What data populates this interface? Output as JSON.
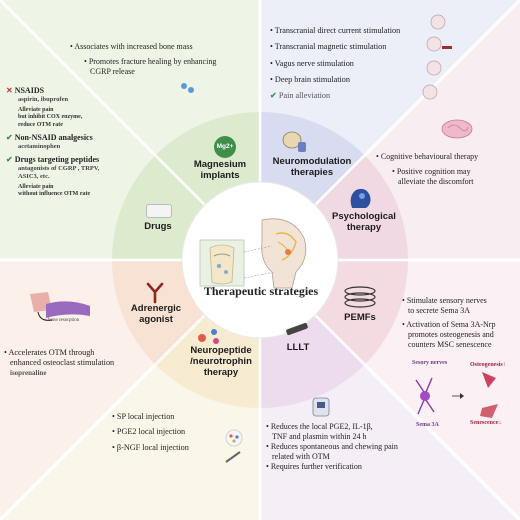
{
  "center": {
    "title": "Therapeutic strategies"
  },
  "wedges": {
    "magnesium": {
      "label_line1": "Magnesium",
      "label_line2": "implants",
      "badge": "Mg2+"
    },
    "neuromodulation": {
      "label_line1": "Neuromodulation",
      "label_line2": "therapies"
    },
    "psychological": {
      "label_line1": "Psychological",
      "label_line2": "therapy"
    },
    "pemfs": {
      "label": "PEMFs"
    },
    "lllt": {
      "label": "LLLT"
    },
    "neuropeptide": {
      "label_line1": "Neuropeptide",
      "label_line2": "/neurotrophin",
      "label_line3": "therapy"
    },
    "adrenergic": {
      "label_line1": "Adrenergic",
      "label_line2": "agonist"
    },
    "drugs": {
      "label": "Drugs"
    }
  },
  "panels": {
    "magnesium": {
      "b1": "Associates with increased bone mass",
      "b2_line1": "Promotes fracture healing by enhancing",
      "b2_line2": "CGRP release"
    },
    "neuromodulation": {
      "b1": "Transcranial direct current stimulation",
      "b2": "Transcranial magnetic stimulation",
      "b3": "Vagus nerve stimulation",
      "b4": "Deep brain stimulation",
      "outcome": "Pain alleviation"
    },
    "psychological": {
      "b1": "Cognitive behavioural therapy",
      "b2_line1": "Positive cognition may",
      "b2_line2": "alleviate the discomfort"
    },
    "pemfs": {
      "b1_line1": "Stimulate sensory nerves",
      "b1_line2": "to secrete Sema 3A",
      "b2_line1": "Activation of Sema 3A-Nrp",
      "b2_line2": "promotes osteogenesis and",
      "b2_line3": "counters MSC senescence",
      "fig_sensory": "Sesory nerves",
      "fig_sema": "Sema 3A",
      "fig_osteo": "Osteogenesis↑",
      "fig_senescence": "Senescence↓"
    },
    "lllt": {
      "b1_line1": "Reduces the local PGE2, IL-1β,",
      "b1_line2": "TNF and plasmin within 24 h",
      "b2_line1": "Reduces spontaneous and chewing pain",
      "b2_line2": "related with OTM",
      "b3": "Requires further verification"
    },
    "neuropeptide": {
      "b1": "SP local injection",
      "b2": "PGE2 local injection",
      "b3": "β-NGF local injection"
    },
    "adrenergic": {
      "b1_line1": "Accelerates OTM through",
      "b1_line2": "enhanced osteoclast stimulation",
      "drug": "isoprenaline",
      "fig_caption": "bone resorption"
    },
    "drugs": {
      "nsaids_title": "NSAIDS",
      "nsaids_examples": "aspirin, ibuprofen",
      "nsaids_note_line1": "Alleviate pain",
      "nsaids_note_line2": "but inhibit COX enzyme,",
      "nsaids_note_line3": "reduce OTM rate",
      "nonnsaid_title": "Non-NSAID analgesics",
      "nonnsaid_examples": "acetaminophen",
      "peptides_title": "Drugs targeting peptides",
      "peptides_examples_line1": "antagonists of CGRP , TRPV,",
      "peptides_examples_line2": "ASIC3, etc.",
      "peptides_note_line1": "Alleviate pain",
      "peptides_note_line2": "without influence OTM rate"
    }
  },
  "colors": {
    "mag_bg": "#eef5e6",
    "neuro_bg": "#eceef8",
    "psych_bg": "#f8eef2",
    "pemf_bg": "#fbf0f3",
    "lllt_bg": "#f5eef6",
    "neuro2_bg": "#fbf6ea",
    "adren_bg": "#fbf1ea",
    "drugs_bg": "#eef5e6"
  }
}
